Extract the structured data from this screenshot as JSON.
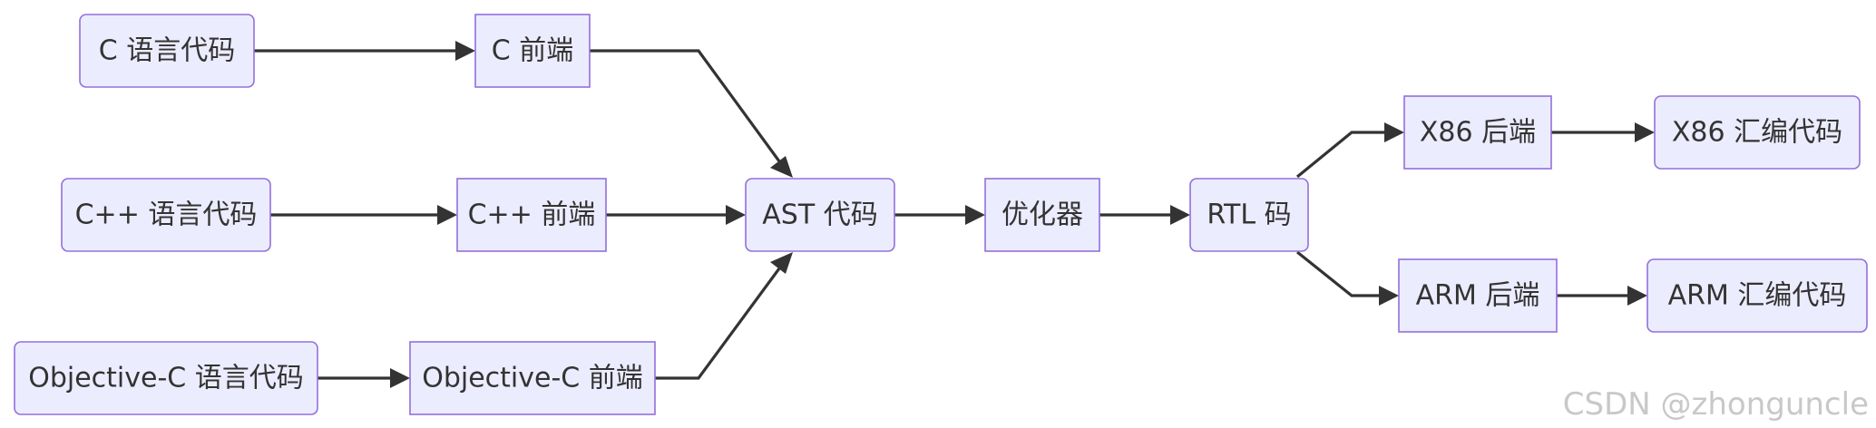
{
  "nodes": {
    "c_code": "C 语言代码",
    "c_frontend": "C 前端",
    "cpp_code": "C++ 语言代码",
    "cpp_frontend": "C++ 前端",
    "objc_code": "Objective-C 语言代码",
    "objc_frontend": "Objective-C 前端",
    "ast": "AST 代码",
    "optimizer": "优化器",
    "rtl": "RTL 码",
    "x86_backend": "X86 后端",
    "x86_asm": "X86 汇编代码",
    "arm_backend": "ARM 后端",
    "arm_asm": "ARM 汇编代码"
  },
  "edges": [
    {
      "from": "c_code",
      "to": "c_frontend"
    },
    {
      "from": "c_frontend",
      "to": "ast"
    },
    {
      "from": "cpp_code",
      "to": "cpp_frontend"
    },
    {
      "from": "cpp_frontend",
      "to": "ast"
    },
    {
      "from": "objc_code",
      "to": "objc_frontend"
    },
    {
      "from": "objc_frontend",
      "to": "ast"
    },
    {
      "from": "ast",
      "to": "optimizer"
    },
    {
      "from": "optimizer",
      "to": "rtl"
    },
    {
      "from": "rtl",
      "to": "x86_backend"
    },
    {
      "from": "x86_backend",
      "to": "x86_asm"
    },
    {
      "from": "rtl",
      "to": "arm_backend"
    },
    {
      "from": "arm_backend",
      "to": "arm_asm"
    }
  ],
  "watermark": "CSDN @zhonguncle"
}
